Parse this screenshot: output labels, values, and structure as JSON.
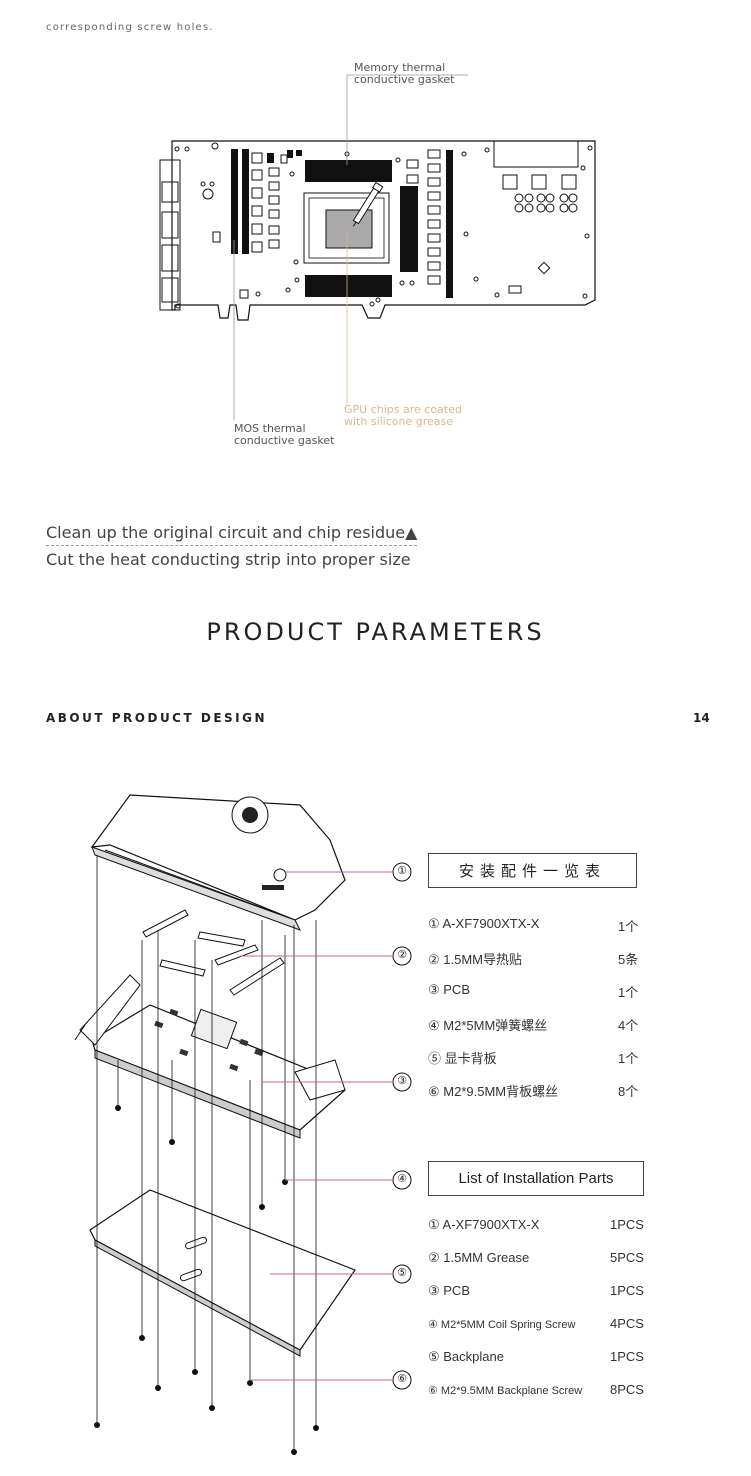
{
  "top_note": "corresponding screw holes.",
  "callouts": {
    "memory_line1": "Memory thermal",
    "memory_line2": "conductive gasket",
    "mos_line1": "MOS thermal",
    "mos_line2": "conductive gasket",
    "gpu_line1": "GPU chips are coated",
    "gpu_line2": "with silicone grease"
  },
  "instructions": {
    "clean": "Clean up the original circuit and chip residue▲",
    "cut": "Cut the heat conducting strip into proper size"
  },
  "section_title": "PRODUCT PARAMETERS",
  "about_label": "ABOUT PRODUCT DESIGN",
  "page_number": "14",
  "markers": [
    "①",
    "②",
    "③",
    "④",
    "⑤",
    "⑥"
  ],
  "parts_cn": {
    "title": "安装配件一览表",
    "items": [
      {
        "name": "① A-XF7900XTX-X",
        "qty": "1个"
      },
      {
        "name": "② 1.5MM导热贴",
        "qty": "5条"
      },
      {
        "name": "③ PCB",
        "qty": "1个"
      },
      {
        "name": "④ M2*5MM弹簧螺丝",
        "qty": "4个"
      },
      {
        "name": "⑤ 显卡背板",
        "qty": "1个"
      },
      {
        "name": "⑥ M2*9.5MM背板螺丝",
        "qty": "8个"
      }
    ]
  },
  "parts_en": {
    "title": "List of Installation Parts",
    "items": [
      {
        "name": "① A-XF7900XTX-X",
        "qty": "1PCS"
      },
      {
        "name": "② 1.5MM Grease",
        "qty": "5PCS"
      },
      {
        "name": "③ PCB",
        "qty": "1PCS"
      },
      {
        "name": "④ M2*5MM Coil Spring Screw",
        "qty": "4PCS"
      },
      {
        "name": "⑤ Backplane",
        "qty": "1PCS"
      },
      {
        "name": "⑥ M2*9.5MM Backplane Screw",
        "qty": "8PCS"
      }
    ]
  },
  "colors": {
    "magenta_leader": "#c8609c",
    "gold_callout": "#d9b98a",
    "gray_callout": "#888888"
  }
}
